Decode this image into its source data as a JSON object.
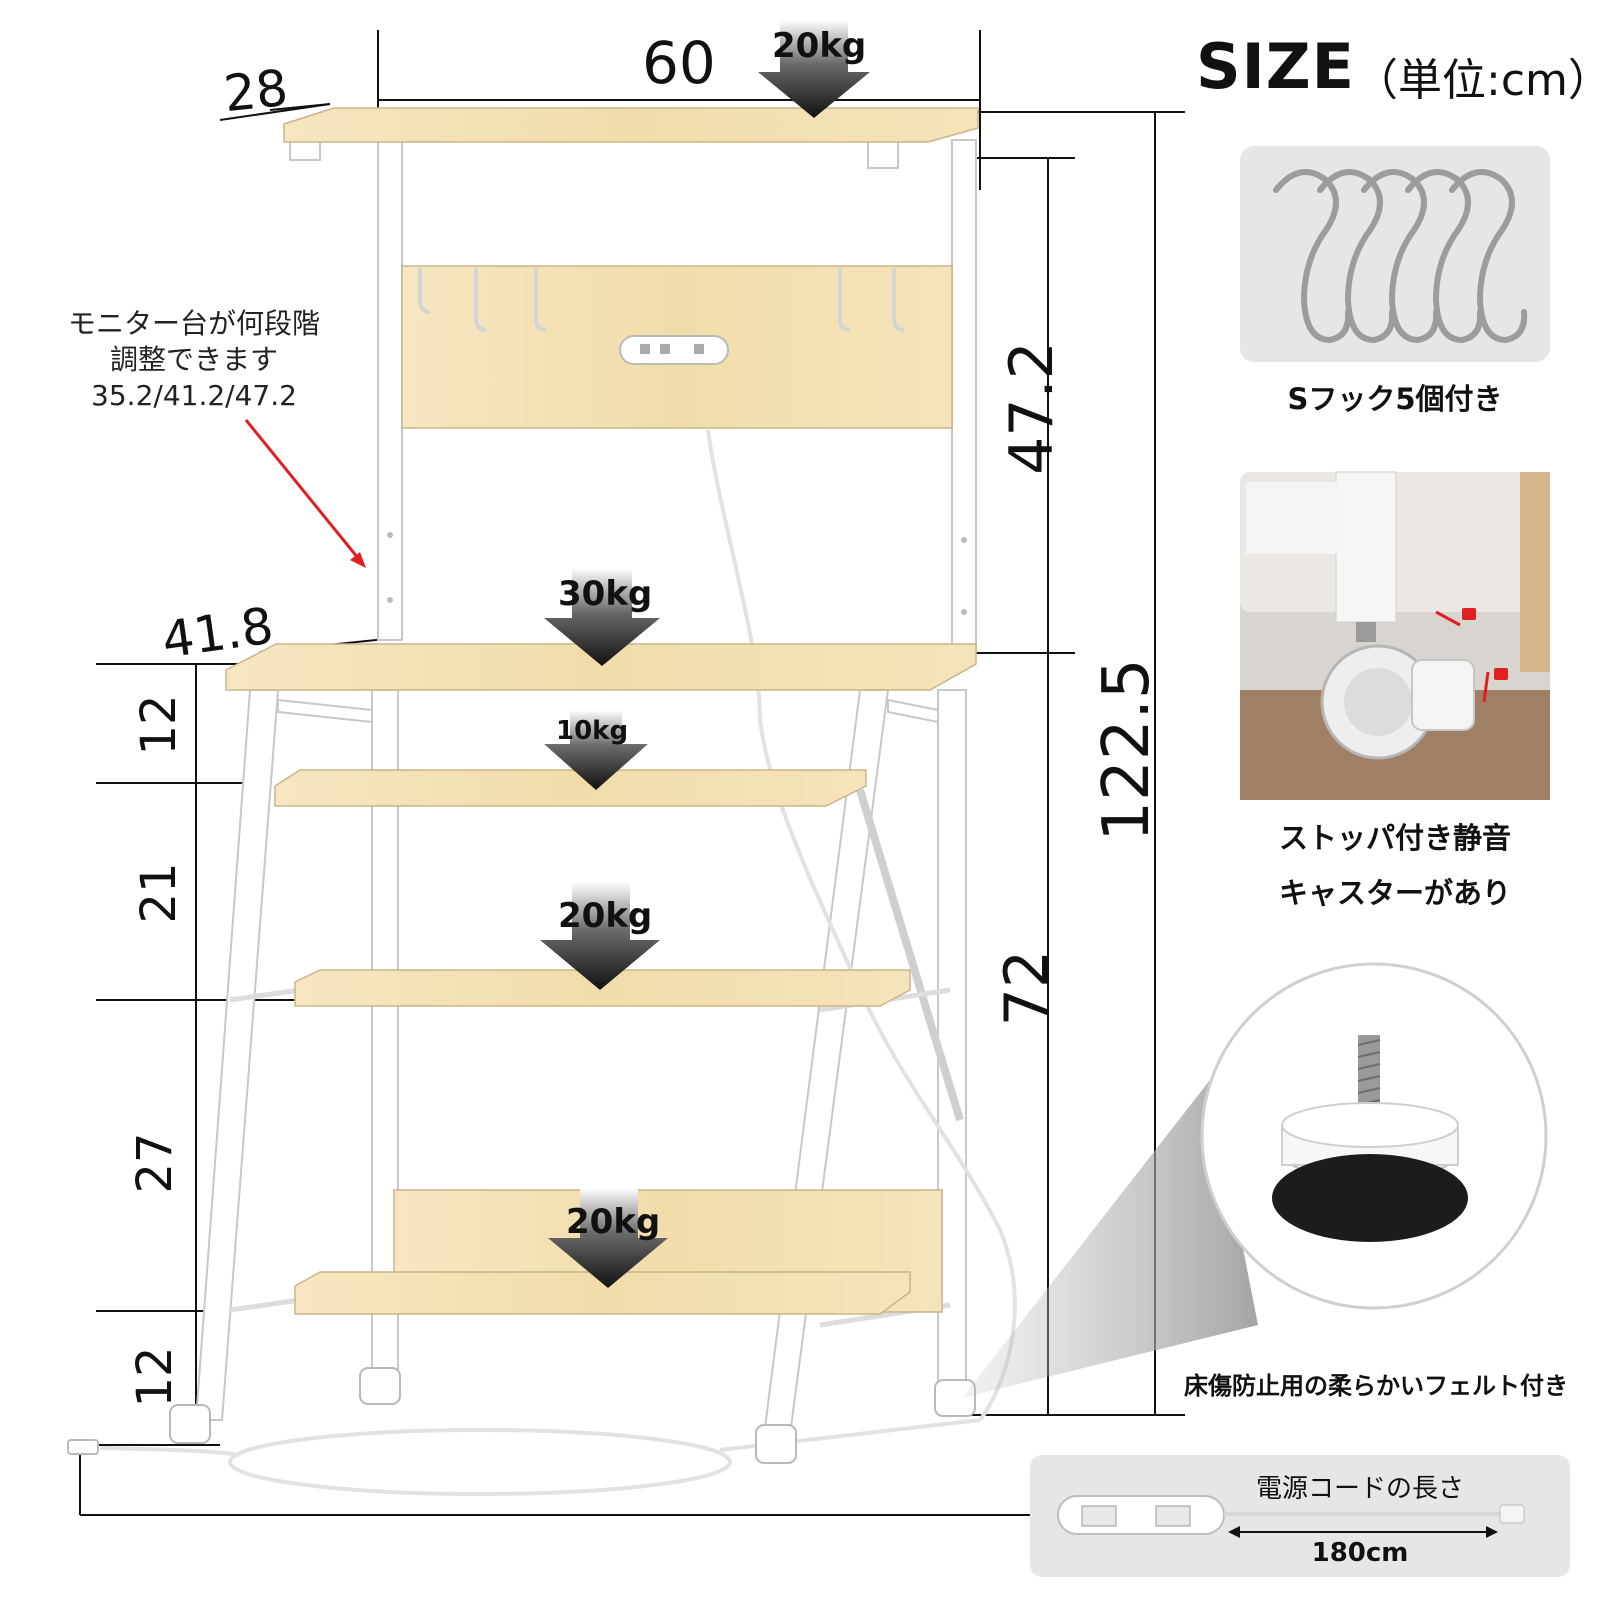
{
  "header": {
    "title": "SIZE",
    "unit": "（単位:cm）"
  },
  "dimensions": {
    "width_top": "60",
    "depth_top": "28",
    "depth_desk": "41.8",
    "height_upper": "47.2",
    "height_total": "122.5",
    "height_lower": "72",
    "gap_1": "12",
    "gap_2": "21",
    "gap_3": "27",
    "gap_4": "12"
  },
  "loads": {
    "top": "20kg",
    "desk": "30kg",
    "drawer": "10kg",
    "middle": "20kg",
    "bottom": "20kg"
  },
  "monitor_note": {
    "line1": "モニター台が何段階",
    "line2": "調整できます",
    "line3": "35.2/41.2/47.2"
  },
  "features": {
    "hooks_caption": "Sフック5個付き",
    "caster_caption_1": "ストッパ付き静音",
    "caster_caption_2": "キャスターがあり",
    "felt_caption": "床傷防止用の柔らかいフェルト付き",
    "cord_title": "電源コードの長さ",
    "cord_length": "180cm"
  },
  "colors": {
    "wood": "#f3e1b4",
    "frame": "#ffffff",
    "accent_arrow": "#e02020",
    "panel_bg": "#e6e6e6"
  }
}
